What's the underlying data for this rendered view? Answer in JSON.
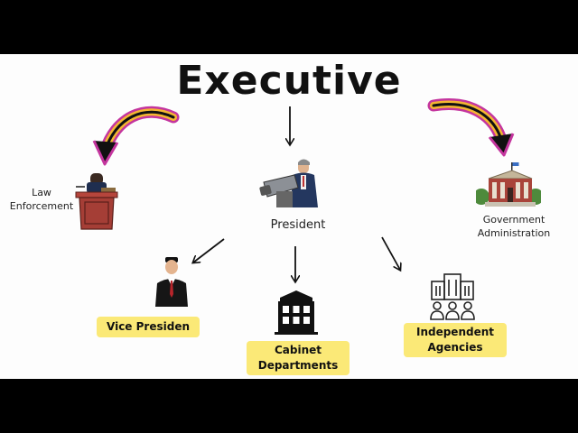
{
  "diagram": {
    "title": "Executive",
    "nodes": {
      "law_enforcement": {
        "label": "Law Enforcement",
        "icon": "podium-icon"
      },
      "president": {
        "label": "President",
        "icon": "president-speaking-icon"
      },
      "government_administration": {
        "label": "Government Administration",
        "icon": "government-building-icon"
      },
      "vice_president": {
        "label": "Vice Presiden",
        "icon": "person-icon"
      },
      "cabinet_departments": {
        "label": "Cabinet Departments",
        "icon": "building-icon"
      },
      "independent_agencies": {
        "label": "Independent Agencies",
        "icon": "agencies-icon"
      }
    },
    "edges": [
      {
        "from": "title",
        "to": "president"
      },
      {
        "from": "title",
        "to": "law_enforcement"
      },
      {
        "from": "title",
        "to": "government_administration"
      },
      {
        "from": "president",
        "to": "vice_president"
      },
      {
        "from": "president",
        "to": "cabinet_departments"
      },
      {
        "from": "president",
        "to": "independent_agencies"
      }
    ],
    "colors": {
      "label_box": "#fbe977",
      "curved_arrow_outer": "#c4359e",
      "curved_arrow_inner": "#f4b732",
      "curved_arrow_core": "#111111"
    }
  }
}
